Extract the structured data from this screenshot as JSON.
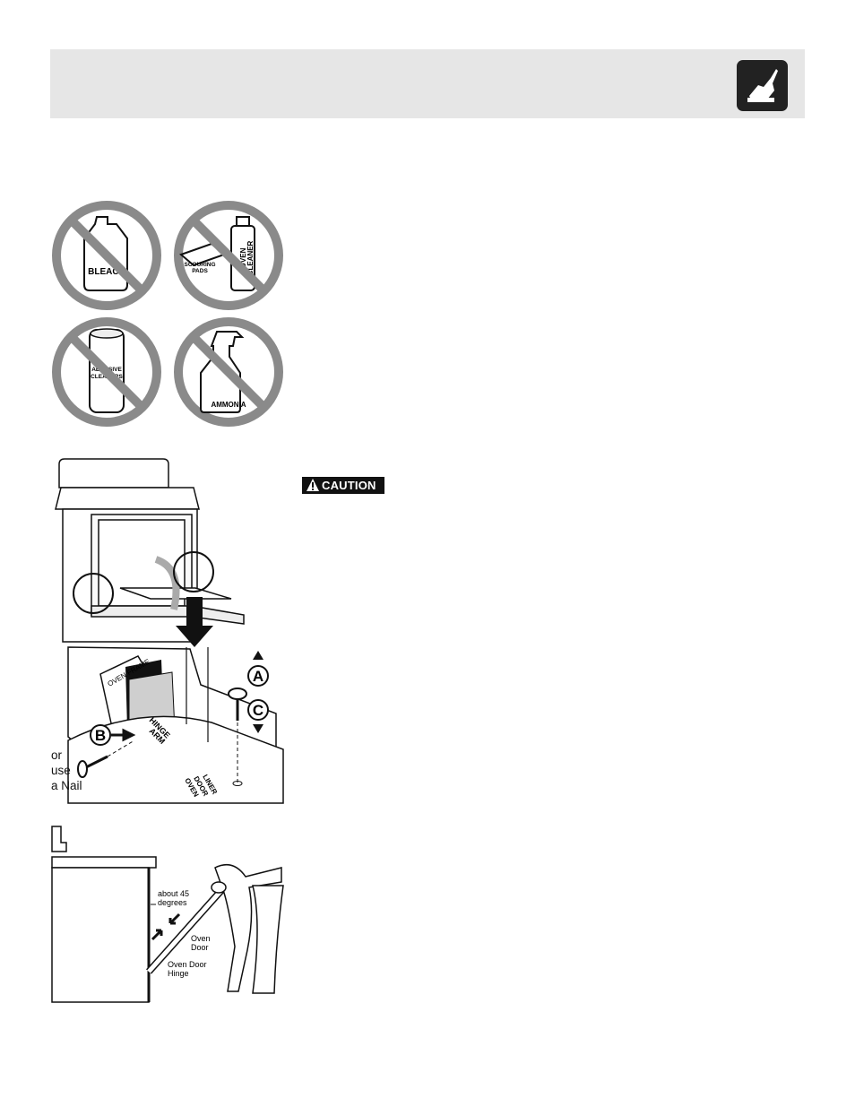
{
  "header": {
    "icon": "hand-cleaning-icon"
  },
  "prohibited_cleaners": {
    "items": [
      {
        "label": "BLEACH",
        "icon": "bleach-bottle-icon"
      },
      {
        "label_1": "SCOURING",
        "label_2": "PADS",
        "label_3": "OVEN",
        "label_4": "CLEANER",
        "icon": "scouring-pads-oven-cleaner-icon"
      },
      {
        "label_1": "ABRASIVE",
        "label_2": "CLEANERS",
        "icon": "abrasive-cleaner-can-icon"
      },
      {
        "label": "AMMONIA",
        "icon": "ammonia-spray-bottle-icon"
      }
    ]
  },
  "door_figure": {
    "oven_frame": "OVEN FRAME",
    "hinge_1": "HINGE",
    "hinge_2": "ARM",
    "liner_1": "OVEN",
    "liner_2": "DOOR",
    "liner_3": "LINER",
    "letter_a": "A",
    "letter_b": "B",
    "letter_c": "C",
    "or": "or",
    "use": "use",
    "a_nail": "a Nail"
  },
  "caution": {
    "label": "CAUTION"
  },
  "angle_figure": {
    "about_1": "about 45",
    "about_2": "degrees",
    "door_1": "Oven",
    "door_2": "Door",
    "hinge_1": "Oven Door",
    "hinge_2": "Hinge"
  }
}
